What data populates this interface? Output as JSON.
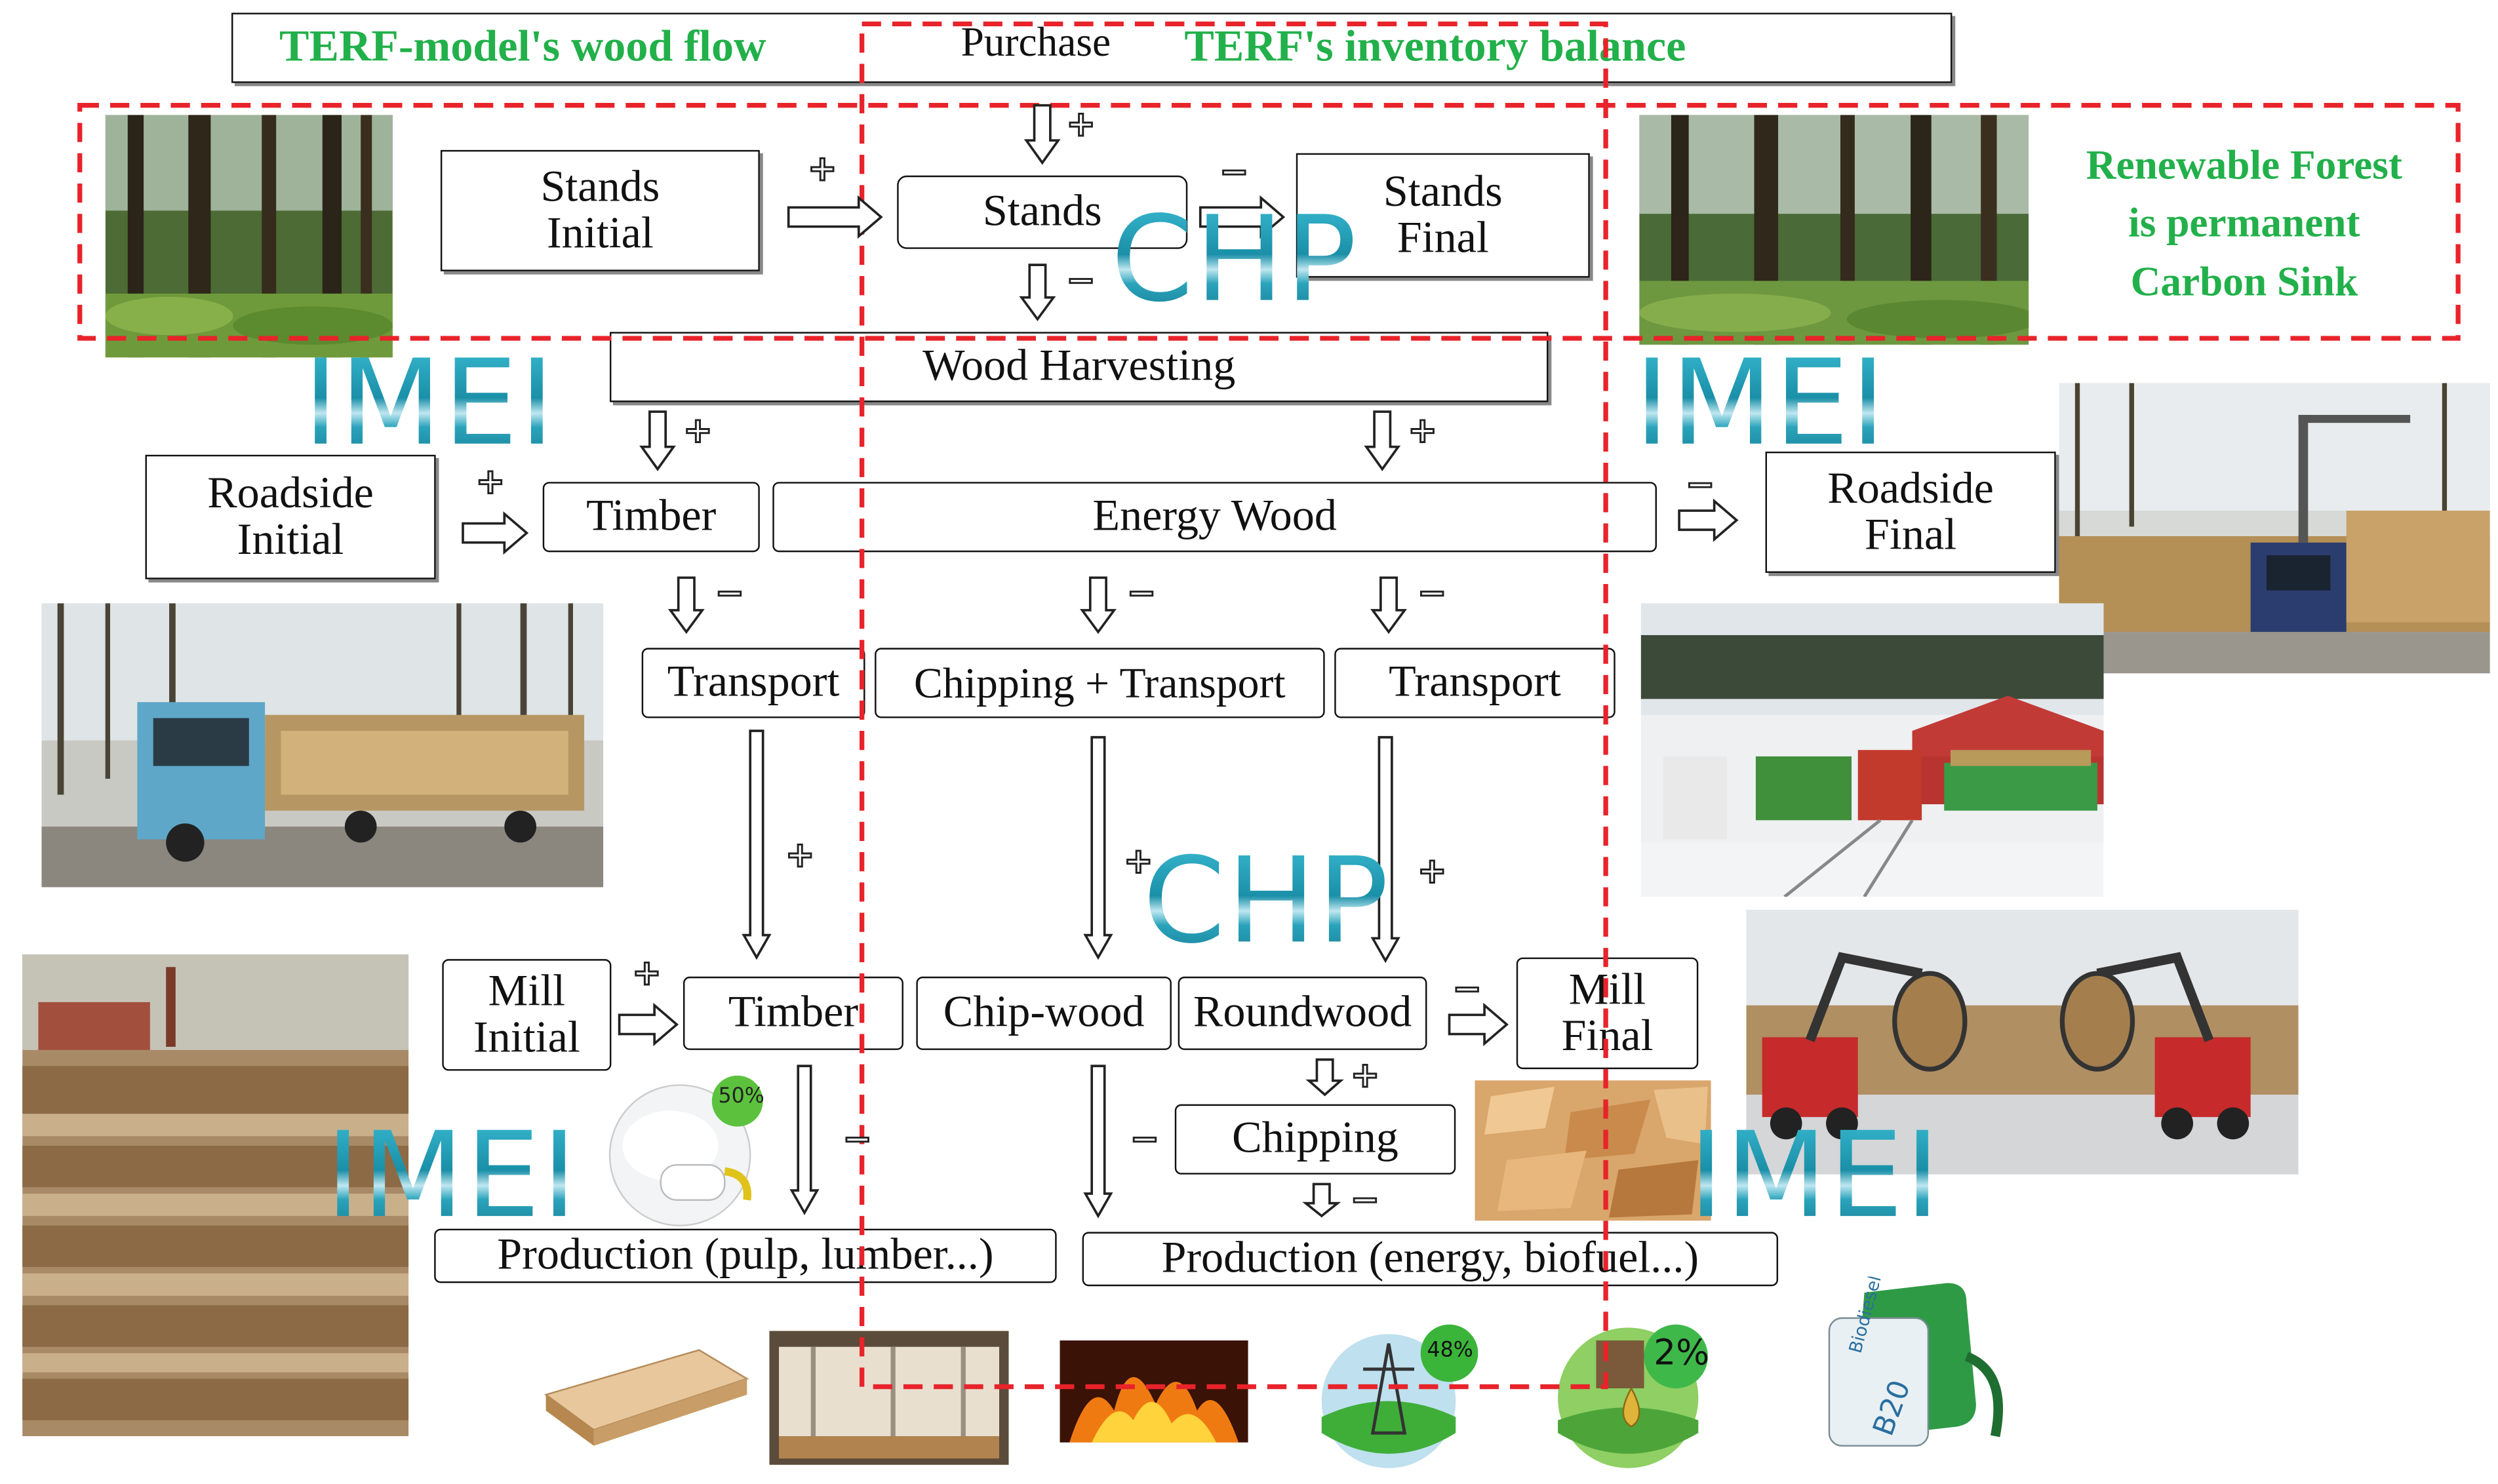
{
  "titles": {
    "wood_flow": "TERF-model's wood flow",
    "purchase": "Purchase",
    "inventory_balance": "TERF's inventory balance"
  },
  "carbon_sink_lines": [
    "Renewable Forest",
    "is permanent",
    "Carbon Sink"
  ],
  "boxes": {
    "stands_initial": [
      "Stands",
      "Initial"
    ],
    "stands": "Stands",
    "stands_final": [
      "Stands",
      "Final"
    ],
    "wood_harvesting": "Wood Harvesting",
    "roadside_initial": [
      "Roadside",
      "Initial"
    ],
    "timber_roadside": "Timber",
    "energy_wood": "Energy Wood",
    "roadside_final": [
      "Roadside",
      "Final"
    ],
    "transport_left": "Transport",
    "chipping_transport": "Chipping + Transport",
    "transport_right": "Transport",
    "mill_initial": [
      "Mill",
      "Initial"
    ],
    "timber_mill": "Timber",
    "chip_wood": "Chip-wood",
    "roundwood": "Roundwood",
    "mill_final": [
      "Mill",
      "Final"
    ],
    "chipping": "Chipping",
    "production_pulp": "Production (pulp, lumber...)",
    "production_energy": "Production (energy, biofuel...)"
  },
  "watermarks": {
    "chp": "CHP",
    "imei": "IMEI"
  },
  "badges": {
    "pulp_share": "50%",
    "electricity_share": "48%",
    "fuel_share": "2%"
  },
  "biodiesel_label": "Biodiesel",
  "biodiesel_grade": "B20",
  "signs": {
    "plus": "+",
    "minus": "−"
  },
  "colors": {
    "flow_border": "#e8232a",
    "sink_text": "#22b04a",
    "watermark": "#1a9ab5"
  }
}
